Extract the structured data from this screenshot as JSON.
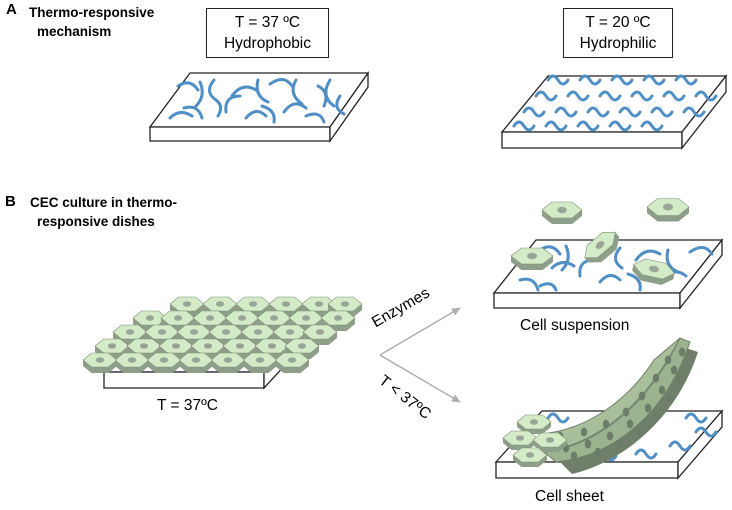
{
  "panel_a": {
    "letter": "A",
    "title_line1": "Thermo-responsive",
    "title_line2": "mechanism",
    "left_condition": {
      "temperature": "T = 37 ºC",
      "state": "Hydrophobic"
    },
    "right_condition": {
      "temperature": "T = 20 ºC",
      "state": "Hydrophilic"
    }
  },
  "panel_b": {
    "letter": "B",
    "title_line1": "CEC culture in thermo-",
    "title_line2": "responsive dishes",
    "dish_label": "T = 37ºC",
    "arrow_up_label": "Enzymes",
    "arrow_down_label": "T < 37ºC",
    "result_top": "Cell suspension",
    "result_bottom": "Cell sheet"
  },
  "colors": {
    "polymer": "#4f8fc6",
    "cell_fill": "#d3ebc6",
    "cell_side": "#8f9e88",
    "nucleus": "#9aa59a",
    "sheet_fill": "#9cb38f",
    "arrow": "#b0b0b0"
  }
}
